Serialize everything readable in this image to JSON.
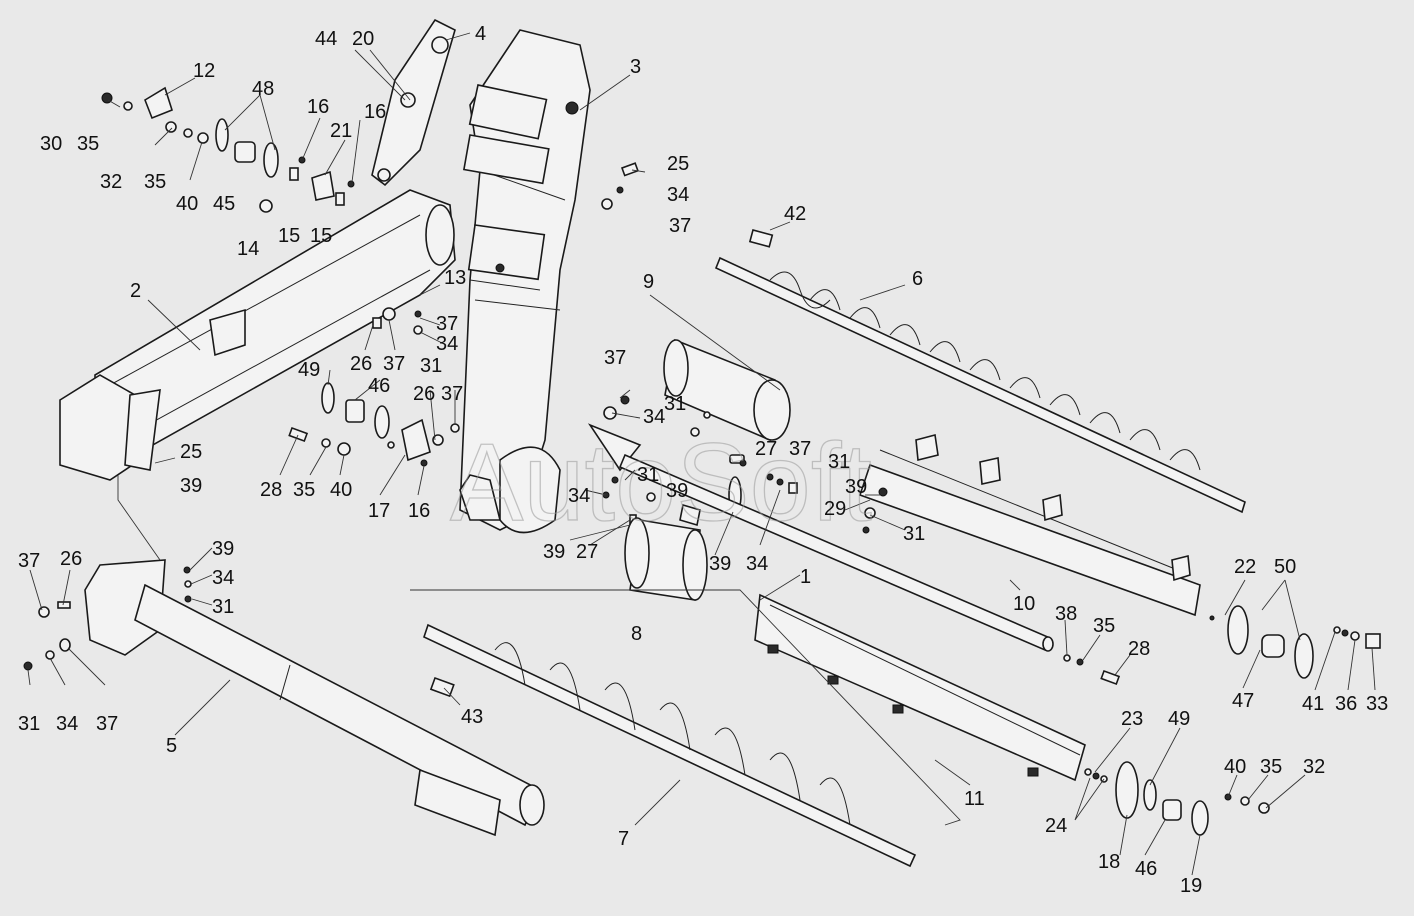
{
  "watermark": "AutoSoft",
  "colors": {
    "background": "#e9e9e9",
    "lines": "#1a1a1a"
  },
  "labels": [
    {
      "id": "l44",
      "text": "44"
    },
    {
      "id": "l20",
      "text": "20"
    },
    {
      "id": "l4",
      "text": "4"
    },
    {
      "id": "l3",
      "text": "3"
    },
    {
      "id": "l12",
      "text": "12"
    },
    {
      "id": "l48",
      "text": "48"
    },
    {
      "id": "l16a",
      "text": "16"
    },
    {
      "id": "l16b",
      "text": "16"
    },
    {
      "id": "l21",
      "text": "21"
    },
    {
      "id": "l30",
      "text": "30"
    },
    {
      "id": "l35a",
      "text": "35"
    },
    {
      "id": "l32a",
      "text": "32"
    },
    {
      "id": "l35b",
      "text": "35"
    },
    {
      "id": "l40a",
      "text": "40"
    },
    {
      "id": "l45",
      "text": "45"
    },
    {
      "id": "l14",
      "text": "14"
    },
    {
      "id": "l15a",
      "text": "15"
    },
    {
      "id": "l15b",
      "text": "15"
    },
    {
      "id": "l25a",
      "text": "25"
    },
    {
      "id": "l34a",
      "text": "34"
    },
    {
      "id": "l37a",
      "text": "37"
    },
    {
      "id": "l42",
      "text": "42"
    },
    {
      "id": "l6",
      "text": "6"
    },
    {
      "id": "l2",
      "text": "2"
    },
    {
      "id": "l13",
      "text": "13"
    },
    {
      "id": "l9",
      "text": "9"
    },
    {
      "id": "l37b",
      "text": "37"
    },
    {
      "id": "l34b",
      "text": "34"
    },
    {
      "id": "l26a",
      "text": "26"
    },
    {
      "id": "l37c",
      "text": "37"
    },
    {
      "id": "l31a",
      "text": "31"
    },
    {
      "id": "l49a",
      "text": "49"
    },
    {
      "id": "l46a",
      "text": "46"
    },
    {
      "id": "l26b",
      "text": "26"
    },
    {
      "id": "l37d",
      "text": "37"
    },
    {
      "id": "l37e",
      "text": "37"
    },
    {
      "id": "l34c",
      "text": "34"
    },
    {
      "id": "l31b",
      "text": "31"
    },
    {
      "id": "l27a",
      "text": "27"
    },
    {
      "id": "l37f",
      "text": "37"
    },
    {
      "id": "l31c",
      "text": "31"
    },
    {
      "id": "l25b",
      "text": "25"
    },
    {
      "id": "l39a",
      "text": "39"
    },
    {
      "id": "l28a",
      "text": "28"
    },
    {
      "id": "l35c",
      "text": "35"
    },
    {
      "id": "l40b",
      "text": "40"
    },
    {
      "id": "l17",
      "text": "17"
    },
    {
      "id": "l16c",
      "text": "16"
    },
    {
      "id": "l31d",
      "text": "31"
    },
    {
      "id": "l39b",
      "text": "39"
    },
    {
      "id": "l34d",
      "text": "34"
    },
    {
      "id": "l29",
      "text": "29"
    },
    {
      "id": "l39c",
      "text": "39"
    },
    {
      "id": "l31e",
      "text": "31"
    },
    {
      "id": "l39d",
      "text": "39"
    },
    {
      "id": "l27b",
      "text": "27"
    },
    {
      "id": "l39e",
      "text": "39"
    },
    {
      "id": "l34e",
      "text": "34"
    },
    {
      "id": "l1",
      "text": "1"
    },
    {
      "id": "l10",
      "text": "10"
    },
    {
      "id": "l22",
      "text": "22"
    },
    {
      "id": "l50",
      "text": "50"
    },
    {
      "id": "l8",
      "text": "8"
    },
    {
      "id": "l38",
      "text": "38"
    },
    {
      "id": "l35d",
      "text": "35"
    },
    {
      "id": "l28b",
      "text": "28"
    },
    {
      "id": "l47",
      "text": "47"
    },
    {
      "id": "l41",
      "text": "41"
    },
    {
      "id": "l36",
      "text": "36"
    },
    {
      "id": "l33",
      "text": "33"
    },
    {
      "id": "l39f",
      "text": "39"
    },
    {
      "id": "l34f",
      "text": "34"
    },
    {
      "id": "l31f",
      "text": "31"
    },
    {
      "id": "l37g",
      "text": "37"
    },
    {
      "id": "l26c",
      "text": "26"
    },
    {
      "id": "l31g",
      "text": "31"
    },
    {
      "id": "l34g",
      "text": "34"
    },
    {
      "id": "l37h",
      "text": "37"
    },
    {
      "id": "l5",
      "text": "5"
    },
    {
      "id": "l43",
      "text": "43"
    },
    {
      "id": "l7",
      "text": "7"
    },
    {
      "id": "l11",
      "text": "11"
    },
    {
      "id": "l23",
      "text": "23"
    },
    {
      "id": "l49b",
      "text": "49"
    },
    {
      "id": "l24",
      "text": "24"
    },
    {
      "id": "l18",
      "text": "18"
    },
    {
      "id": "l46b",
      "text": "46"
    },
    {
      "id": "l19",
      "text": "19"
    },
    {
      "id": "l40c",
      "text": "40"
    },
    {
      "id": "l35e",
      "text": "35"
    },
    {
      "id": "l32b",
      "text": "32"
    }
  ]
}
